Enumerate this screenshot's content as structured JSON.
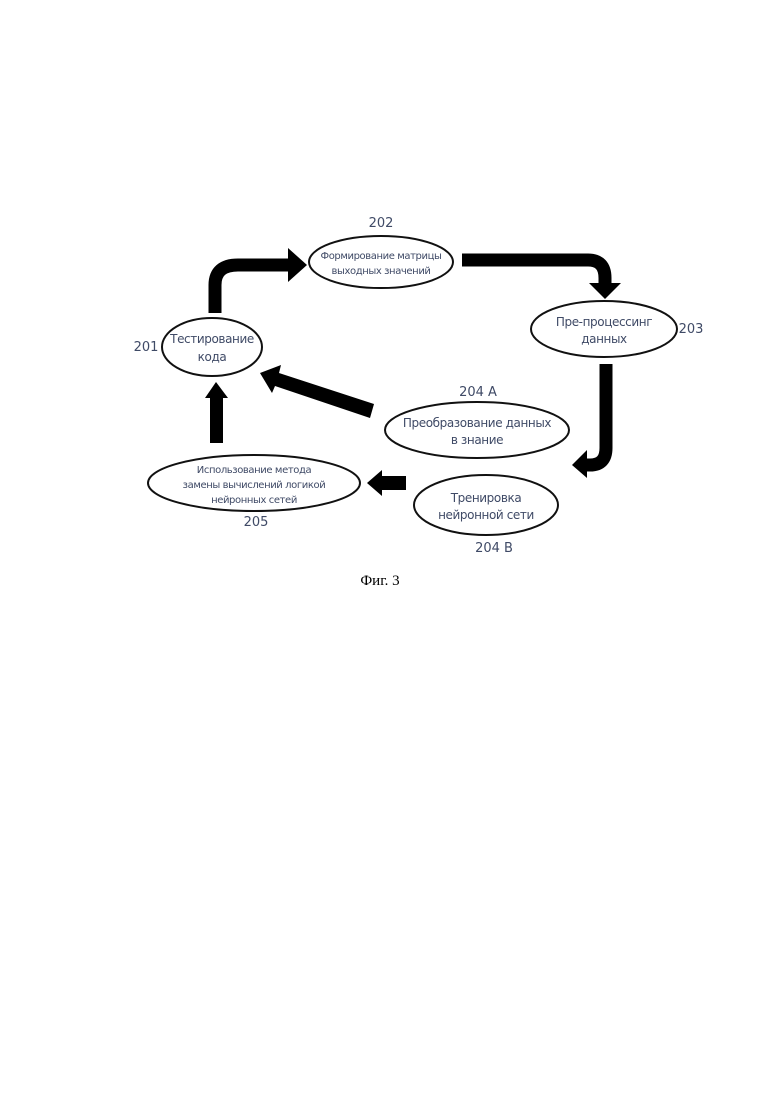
{
  "nodes": {
    "n201": {
      "id": "201",
      "lines": [
        "Тестирование",
        "кода"
      ]
    },
    "n202": {
      "id": "202",
      "lines": [
        "Формирование матрицы",
        "выходных значений"
      ]
    },
    "n203": {
      "id": "203",
      "lines": [
        "Пре-процессинг",
        "данных"
      ]
    },
    "n204a": {
      "id": "204 A",
      "lines": [
        "Преобразование данных",
        "в знание"
      ]
    },
    "n204b": {
      "id": "204 B",
      "lines": [
        "Тренировка",
        "нейронной сети"
      ]
    },
    "n205": {
      "id": "205",
      "lines": [
        "Использование метода",
        "замены вычислений логикой",
        "нейронных сетей"
      ]
    }
  },
  "edges": [
    {
      "from": "201",
      "to": "202"
    },
    {
      "from": "202",
      "to": "203"
    },
    {
      "from": "203",
      "to": "204 B"
    },
    {
      "from": "204 B",
      "to": "205"
    },
    {
      "from": "204 A",
      "to": "201"
    },
    {
      "from": "205",
      "to": "201"
    }
  ],
  "caption": "Фиг. 3"
}
